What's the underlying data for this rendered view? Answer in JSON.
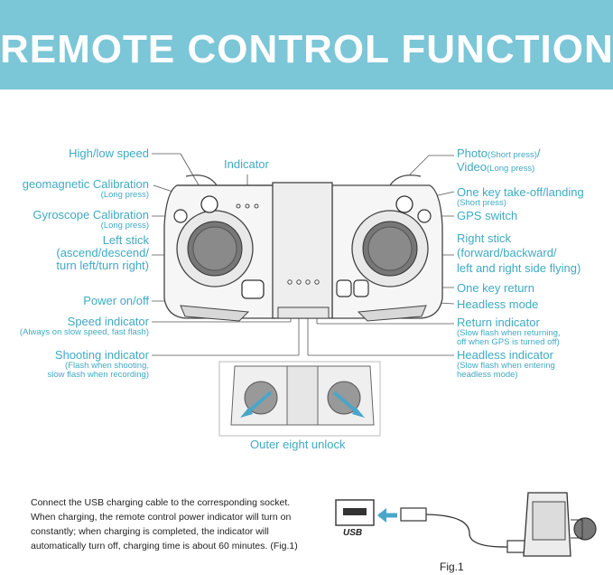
{
  "banner": {
    "title": "REMOTE CONTROL FUNCTION",
    "bg_color": "#7bc6d7"
  },
  "accent_color": "#3fa9c2",
  "labels": {
    "high_low_speed": "High/low speed",
    "indicator": "Indicator",
    "geomagnetic": "geomagnetic Calibration",
    "geomagnetic_note": "(Long press)",
    "gyroscope": "Gyroscope Calibration",
    "gyroscope_note": "(Long press)",
    "left_stick_1": "Left stick",
    "left_stick_2": "(ascend/descend/",
    "left_stick_3": "turn left/turn right)",
    "power": "Power on/off",
    "speed_indicator": "Speed indicator",
    "speed_indicator_note": "(Always on slow speed, fast flash)",
    "shooting_indicator": "Shooting indicator",
    "shooting_note_1": "(Flash when shooting,",
    "shooting_note_2": "slow flash when recording)",
    "photo": "Photo",
    "photo_note": "(Short press)",
    "photo_slash": "/",
    "video": "Video",
    "video_note": "(Long press)",
    "takeoff": "One key take-off/landing",
    "takeoff_note": "(Short press)",
    "gps": "GPS switch",
    "right_stick_1": "Right stick",
    "right_stick_2": "(forward/backward/",
    "right_stick_3": "left and right side flying)",
    "return": "One key return",
    "headless_mode": "Headless mode",
    "return_indicator": "Return indicator",
    "return_note_1": "(Slow flash when returning,",
    "return_note_2": "off when GPS is turned off)",
    "headless_indicator": "Headless indicator",
    "headless_note_1": "(Slow flash when entering",
    "headless_note_2": "headless mode)",
    "unlock": "Outer eight unlock",
    "usb_text": "USB"
  },
  "charging_text": [
    "Connect the USB charging cable to the corresponding socket.",
    "When charging, the remote control power indicator will turn on",
    "constantly; when charging is completed, the indicator will",
    "automatically turn off, charging time is about 60 minutes. (Fig.1)"
  ],
  "fig_label": "Fig.1"
}
